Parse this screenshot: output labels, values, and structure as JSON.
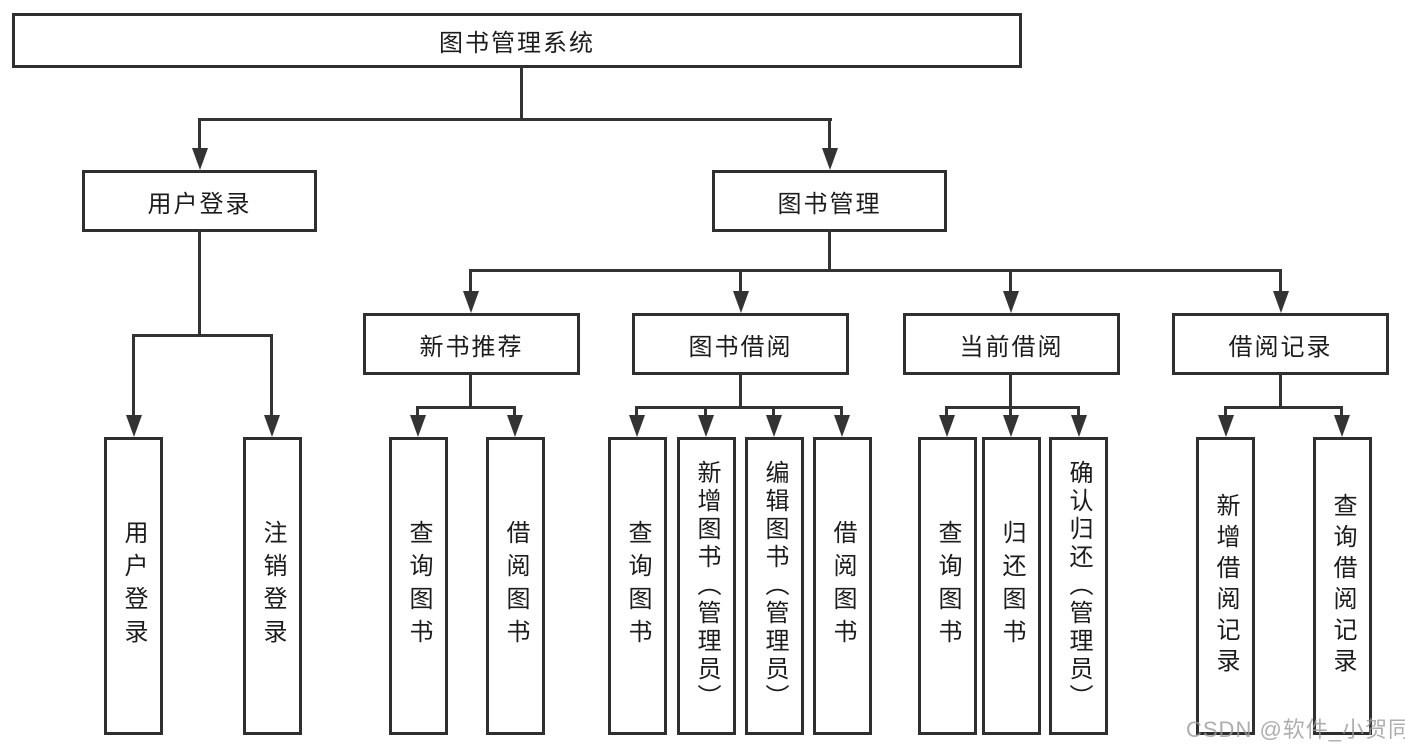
{
  "hierarchy": {
    "label": "图书管理系统",
    "children": [
      {
        "label": "用户登录",
        "children": [
          {
            "label": "用户登录"
          },
          {
            "label": "注销登录"
          }
        ]
      },
      {
        "label": "图书管理",
        "children": [
          {
            "label": "新书推荐",
            "children": [
              {
                "label": "查询图书"
              },
              {
                "label": "借阅图书"
              }
            ]
          },
          {
            "label": "图书借阅",
            "children": [
              {
                "label": "查询图书"
              },
              {
                "label": "新增图书（管理员）"
              },
              {
                "label": "编辑图书（管理员）"
              },
              {
                "label": "借阅图书"
              }
            ]
          },
          {
            "label": "当前借阅",
            "children": [
              {
                "label": "查询图书"
              },
              {
                "label": "归还图书"
              },
              {
                "label": "确认归还（管理员）"
              }
            ]
          },
          {
            "label": "借阅记录",
            "children": [
              {
                "label": "新增借阅记录"
              },
              {
                "label": "查询借阅记录"
              }
            ]
          }
        ]
      }
    ]
  },
  "watermark": {
    "text": "CSDN @软件_小贺同学"
  },
  "colors": {
    "line": "#333333",
    "box_border": "#2f2f2f",
    "text": "#1c1c1c",
    "watermark": "#9a9a9a",
    "background": "#ffffff"
  }
}
